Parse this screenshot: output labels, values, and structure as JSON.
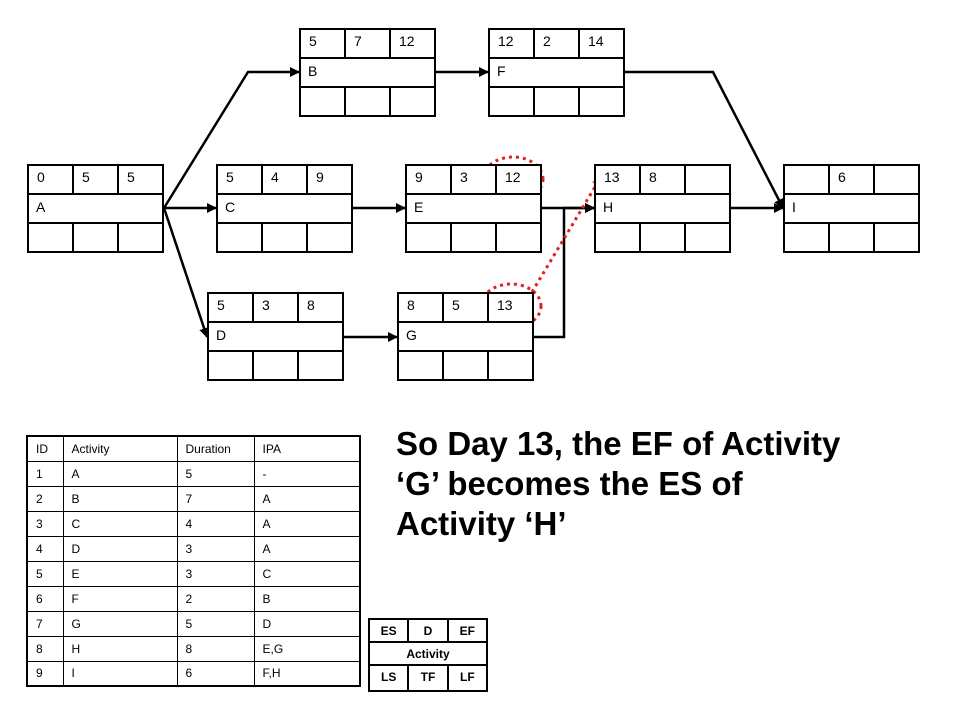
{
  "nodes": [
    {
      "id": "A",
      "es": "0",
      "d": "5",
      "ef": "5"
    },
    {
      "id": "B",
      "es": "5",
      "d": "7",
      "ef": "12"
    },
    {
      "id": "C",
      "es": "5",
      "d": "4",
      "ef": "9"
    },
    {
      "id": "D",
      "es": "5",
      "d": "3",
      "ef": "8"
    },
    {
      "id": "E",
      "es": "9",
      "d": "3",
      "ef": "12"
    },
    {
      "id": "F",
      "es": "12",
      "d": "2",
      "ef": "14"
    },
    {
      "id": "G",
      "es": "8",
      "d": "5",
      "ef": "13"
    },
    {
      "id": "H",
      "es": "13",
      "d": "8",
      "ef": ""
    },
    {
      "id": "I",
      "es": "",
      "d": "6",
      "ef": ""
    }
  ],
  "edges": [
    [
      "A",
      "B"
    ],
    [
      "A",
      "C"
    ],
    [
      "A",
      "D"
    ],
    [
      "B",
      "F"
    ],
    [
      "C",
      "E"
    ],
    [
      "D",
      "G"
    ],
    [
      "E",
      "H"
    ],
    [
      "G",
      "H"
    ],
    [
      "F",
      "I"
    ],
    [
      "H",
      "I"
    ]
  ],
  "highlight": {
    "circled": [
      "E.ef",
      "G.ef"
    ],
    "arrow_from": "G.ef",
    "arrow_to": "H.es",
    "color": "#e0201c"
  },
  "table": {
    "headers": [
      "ID",
      "Activity",
      "Duration",
      "IPA"
    ],
    "rows": [
      [
        "1",
        "A",
        "5",
        "-"
      ],
      [
        "2",
        "B",
        "7",
        "A"
      ],
      [
        "3",
        "C",
        "4",
        "A"
      ],
      [
        "4",
        "D",
        "3",
        "A"
      ],
      [
        "5",
        "E",
        "3",
        "C"
      ],
      [
        "6",
        "F",
        "2",
        "B"
      ],
      [
        "7",
        "G",
        "5",
        "D"
      ],
      [
        "8",
        "H",
        "8",
        "E,G"
      ],
      [
        "9",
        "I",
        "6",
        "F,H"
      ]
    ]
  },
  "caption": "So Day 13, the EF of Activity ‘G’ becomes the ES of Activity ‘H’",
  "legend": {
    "top": [
      "ES",
      "D",
      "EF"
    ],
    "middle": "Activity",
    "bottom": [
      "LS",
      "TF",
      "LF"
    ]
  }
}
